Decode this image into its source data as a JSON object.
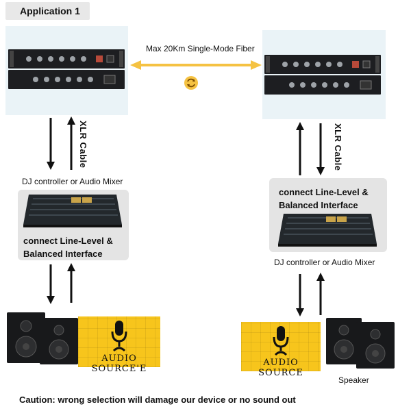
{
  "header": {
    "title": "Application 1"
  },
  "link": {
    "fiber_label": "Max 20Km Single-Mode Fiber",
    "link_icon": "sync-arrows-icon"
  },
  "left_site": {
    "cable_label": "XLR Cable",
    "mixer_caption": "DJ controller or Audio Mixer",
    "interface_line1": "connect  Line-Level &",
    "interface_line2": "Balanced Interface",
    "audio_source_label": "AUDIO SOURCE'E"
  },
  "right_site": {
    "cable_label": "XLR Cable",
    "mixer_caption": "DJ controller or Audio Mixer",
    "interface_line1": "connect  Line-Level &",
    "interface_line2": "Balanced Interface",
    "audio_source_label": "AUDIO SOURCE",
    "speaker_label": "Speaker"
  },
  "footer": {
    "caution": "Caution:  wrong selection will damage our device or no sound out"
  },
  "colors": {
    "fiber_arrow": "#f5c242",
    "audio_card": "#f7c51c",
    "panel_blue": "#eaf3f7",
    "panel_gray": "#e4e4e4"
  }
}
